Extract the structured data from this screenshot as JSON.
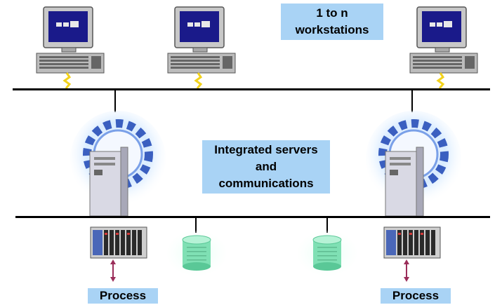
{
  "labels": {
    "workstations": [
      "1 to n",
      "workstations"
    ],
    "servers": [
      "Integrated servers",
      "and",
      "communications"
    ],
    "process_left": "Process",
    "process_right": "Process"
  },
  "colors": {
    "label_bg": "#a9d3f5",
    "bus_line": "#000000",
    "zigzag": "#f2d21b",
    "database": "#7fe0b4",
    "arrow": "#9b2e5a",
    "glow": "#cfe6ff"
  },
  "icons": {
    "workstation": "desktop-computer-icon",
    "server": "server-gear-icon",
    "plc": "plc-rack-icon",
    "database": "database-cylinder-icon"
  }
}
